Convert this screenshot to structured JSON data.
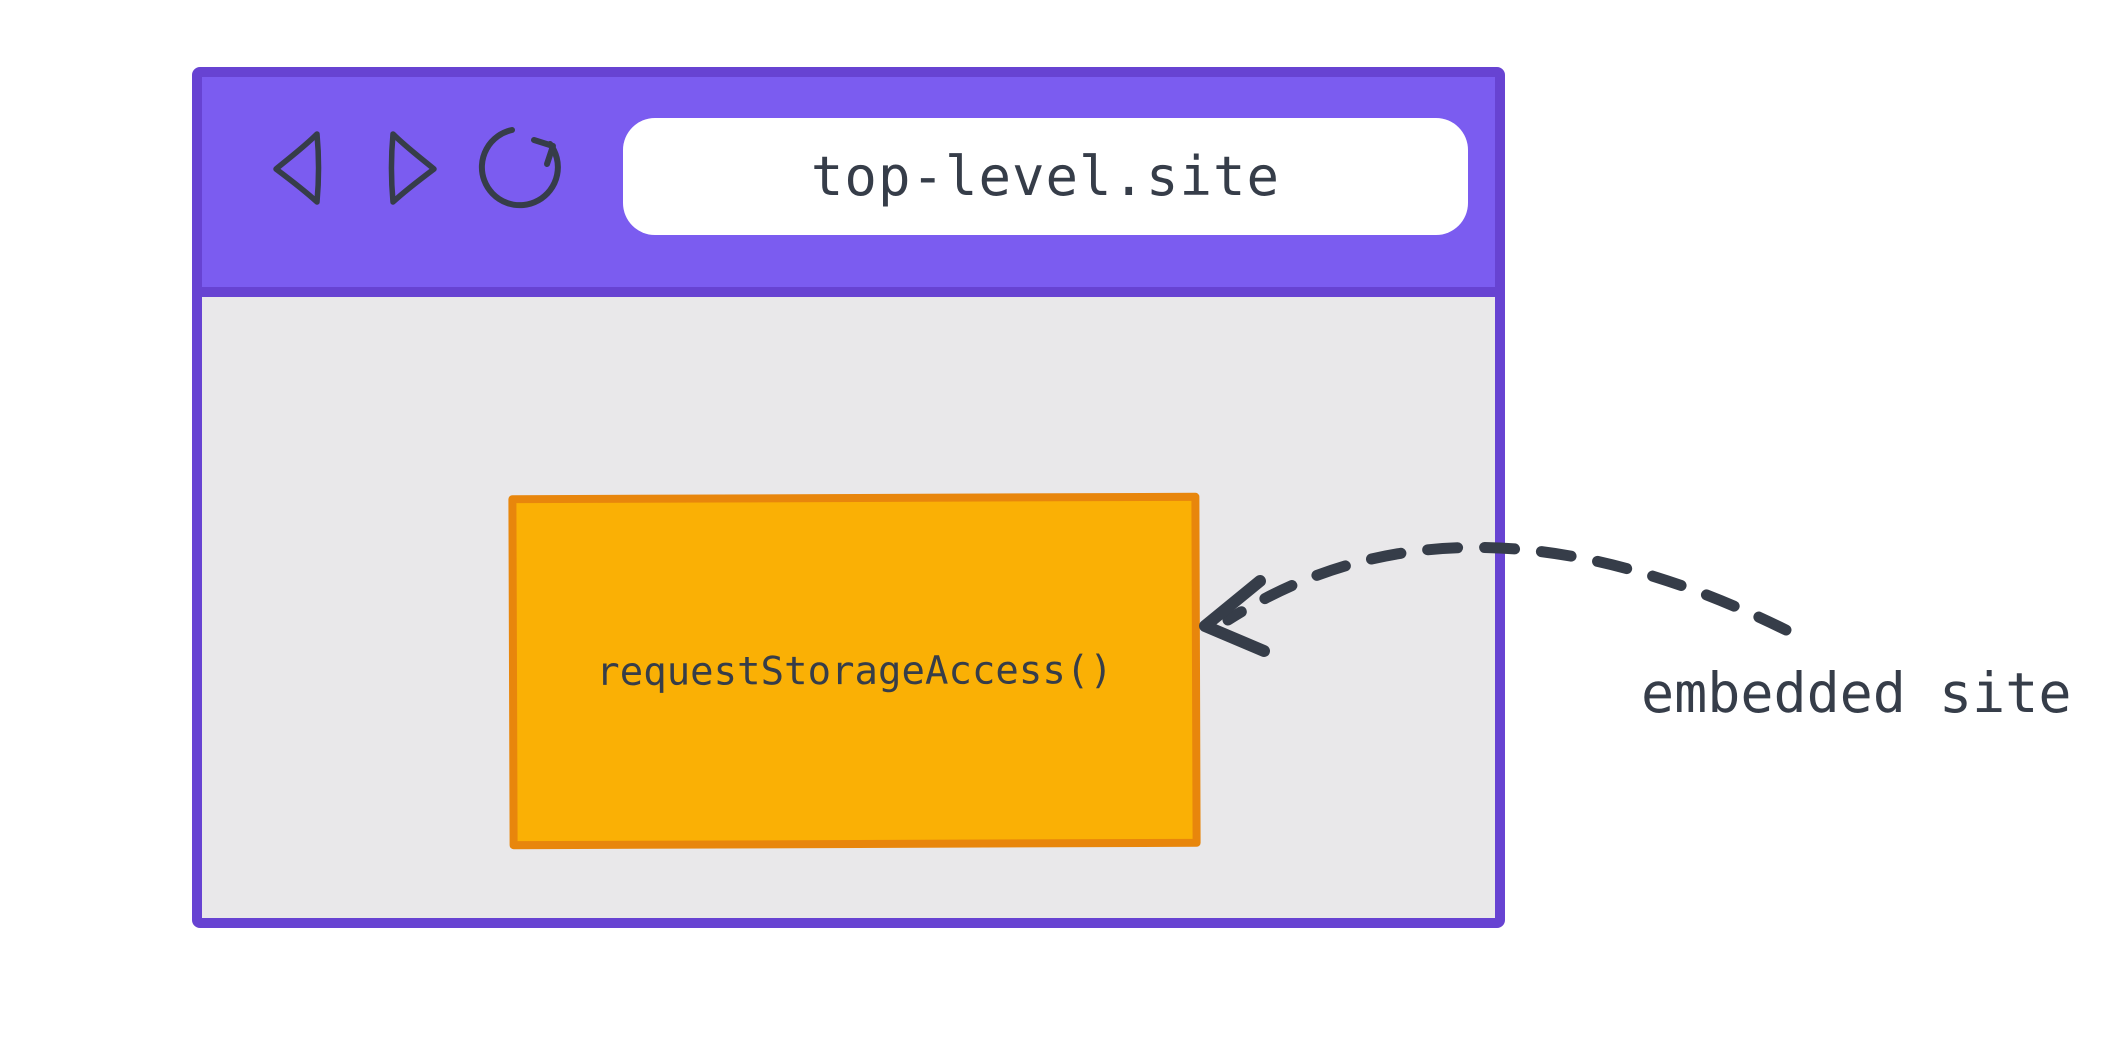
{
  "window": {
    "url": "top-level.site"
  },
  "toolbar": {
    "back_icon": "back-triangle",
    "forward_icon": "forward-triangle",
    "reload_icon": "reload-circular-arrow"
  },
  "embedded_frame": {
    "api_call": "requestStorageAccess()"
  },
  "annotation": {
    "label": "embedded site",
    "arrow": "dashed-curved-arrow-pointing-to-embedded-frame"
  },
  "colors": {
    "toolbar-fill": "#7B5CF0",
    "window-border": "#6743D2",
    "viewport-bg": "#E9E8EA",
    "frame-fill": "#FAB005",
    "frame-border": "#E8860C",
    "ink": "#363D49",
    "address-bar-bg": "#FFFFFF",
    "page-bg": "#FFFFFF"
  }
}
